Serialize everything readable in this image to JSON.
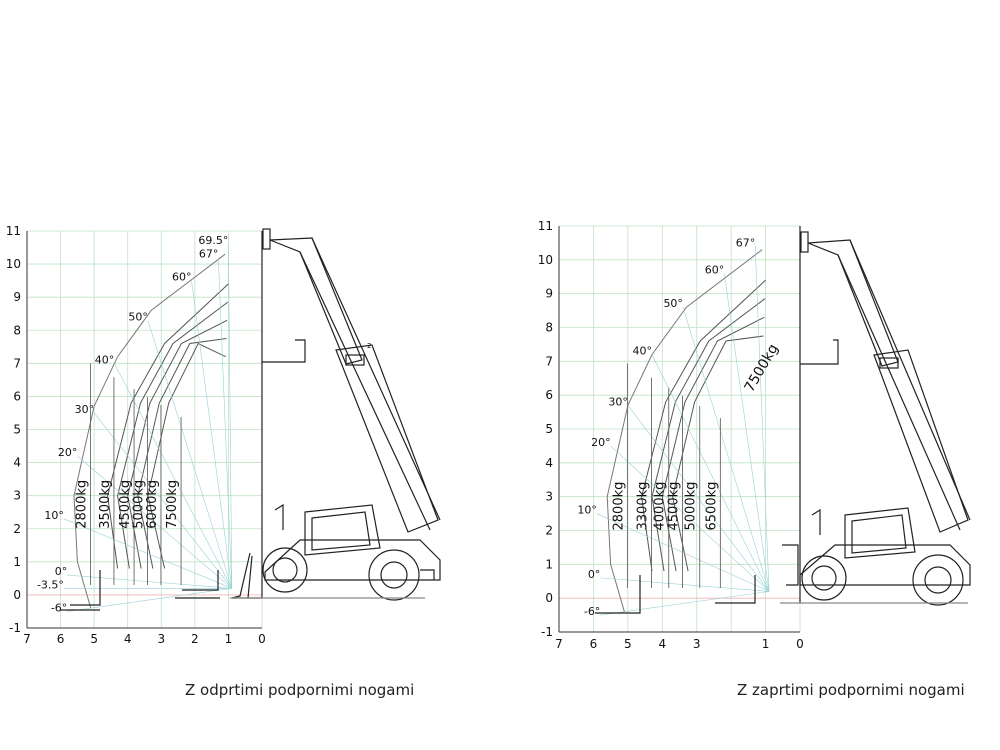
{
  "chart_data": [
    {
      "type": "load_chart",
      "caption": "Z odprtimi podpornimi nogami",
      "xlim": [
        0,
        7
      ],
      "ylim": [
        -1,
        11
      ],
      "x_reversed": true,
      "xticks": [
        "7",
        "6",
        "5",
        "4",
        "3",
        "2",
        "1",
        "0"
      ],
      "yticks": [
        "-1",
        "0",
        "1",
        "2",
        "3",
        "4",
        "5",
        "6",
        "7",
        "8",
        "9",
        "10",
        "11"
      ],
      "angles": [
        {
          "label": "69.5°",
          "x": 1.0,
          "y": 10.6
        },
        {
          "label": "67°",
          "x": 1.3,
          "y": 10.2
        },
        {
          "label": "60°",
          "x": 2.1,
          "y": 9.5
        },
        {
          "label": "50°",
          "x": 3.4,
          "y": 8.3
        },
        {
          "label": "40°",
          "x": 4.4,
          "y": 7.0
        },
        {
          "label": "30°",
          "x": 5.0,
          "y": 5.5
        },
        {
          "label": "20°",
          "x": 5.5,
          "y": 4.2
        },
        {
          "label": "10°",
          "x": 5.9,
          "y": 2.3
        },
        {
          "label": "0°",
          "x": 5.8,
          "y": 0.6
        },
        {
          "label": "-3.5°",
          "x": 5.9,
          "y": 0.2
        },
        {
          "label": "-6°",
          "x": 5.8,
          "y": -0.5
        }
      ],
      "loads": [
        {
          "label": "2800kg",
          "x": 5.2
        },
        {
          "label": "3500kg",
          "x": 4.5
        },
        {
          "label": "4500kg",
          "x": 3.9
        },
        {
          "label": "5000kg",
          "x": 3.5
        },
        {
          "label": "6000kg",
          "x": 3.1
        },
        {
          "label": "7500kg",
          "x": 2.5
        }
      ],
      "arc_count": 5,
      "extra_label": "2"
    },
    {
      "type": "load_chart",
      "caption": "Z zaprtimi podpornimi nogami",
      "xlim": [
        0,
        7
      ],
      "ylim": [
        -1,
        11
      ],
      "x_reversed": true,
      "xticks": [
        "7",
        "6",
        "5",
        "4",
        "3",
        "",
        "1",
        "0"
      ],
      "yticks": [
        "-1",
        "0",
        "1",
        "2",
        "3",
        "4",
        "5",
        "6",
        "7",
        "8",
        "9",
        "10",
        "11"
      ],
      "angles": [
        {
          "label": "67°",
          "x": 1.3,
          "y": 10.4
        },
        {
          "label": "60°",
          "x": 2.2,
          "y": 9.6
        },
        {
          "label": "50°",
          "x": 3.4,
          "y": 8.6
        },
        {
          "label": "40°",
          "x": 4.3,
          "y": 7.2
        },
        {
          "label": "30°",
          "x": 5.0,
          "y": 5.7
        },
        {
          "label": "20°",
          "x": 5.5,
          "y": 4.5
        },
        {
          "label": "10°",
          "x": 5.9,
          "y": 2.5
        },
        {
          "label": "0°",
          "x": 5.8,
          "y": 0.6
        },
        {
          "label": "-6°",
          "x": 5.8,
          "y": -0.5
        }
      ],
      "loads": [
        {
          "label": "2800kg",
          "x": 5.1
        },
        {
          "label": "3300kg",
          "x": 4.4
        },
        {
          "label": "4000kg",
          "x": 3.9
        },
        {
          "label": "4500kg",
          "x": 3.5
        },
        {
          "label": "5000kg",
          "x": 3.0
        },
        {
          "label": "6500kg",
          "x": 2.4
        }
      ],
      "arc_count": 4,
      "arc_label": "7500kg",
      "extra_label": ""
    }
  ]
}
